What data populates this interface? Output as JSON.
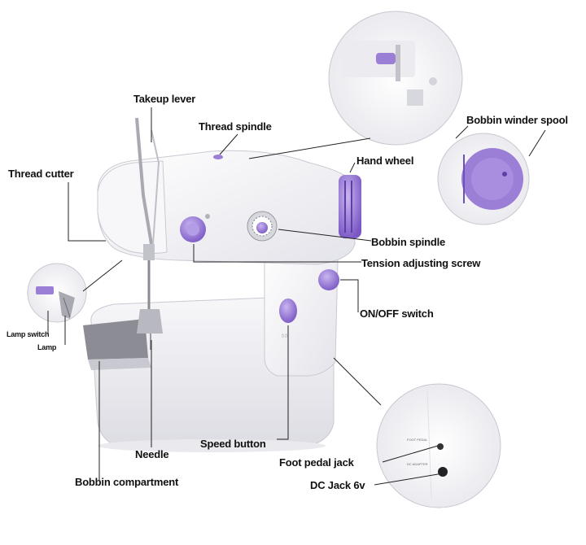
{
  "labels": {
    "takeup_lever": "Takeup lever",
    "thread_spindle": "Thread spindle",
    "thread_cutter": "Thread cutter",
    "hand_wheel": "Hand wheel",
    "bobbin_winder_spool": "Bobbin winder spool",
    "bobbin_spindle": "Bobbin spindle",
    "tension_adjusting_screw": "Tension adjusting screw",
    "on_off_switch": "ON/OFF switch",
    "lamp_switch": "Lamp switch",
    "lamp": "Lamp",
    "needle": "Needle",
    "speed_button": "Speed button",
    "bobbin_compartment": "Bobbin compartment",
    "foot_pedal_jack": "Foot pedal jack",
    "dc_jack": "DC Jack 6v"
  },
  "colors": {
    "machine_body": "#f4f4f7",
    "accent_purple": "#9b7fd6",
    "dark_purple": "#6f4fb8",
    "leader_line": "#222222",
    "panel_grey": "#8c8c94"
  }
}
